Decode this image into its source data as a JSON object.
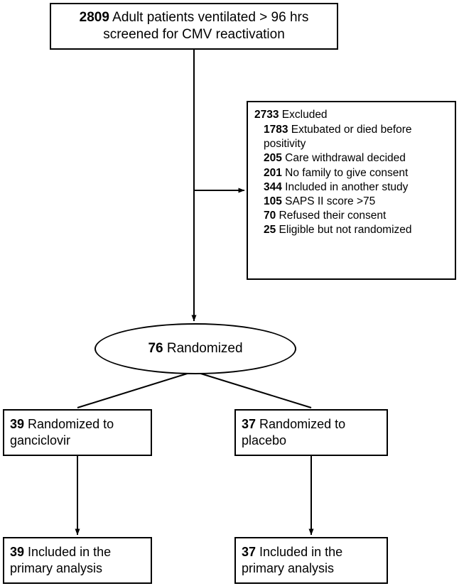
{
  "diagram": {
    "type": "consort-flow-diagram",
    "nodes": {
      "screened": {
        "count": "2809",
        "text": " Adult patients ventilated > 96 hrs screened for CMV reactivation"
      },
      "excluded": {
        "count": "2733",
        "label": " Excluded",
        "items": [
          {
            "count": "1783",
            "label": " Extubated or died before positivity"
          },
          {
            "count": "205",
            "label": " Care withdrawal decided"
          },
          {
            "count": "201",
            "label": " No family to give consent"
          },
          {
            "count": "344",
            "label": " Included in another study"
          },
          {
            "count": "105",
            "label": " SAPS II score >75"
          },
          {
            "count": "70",
            "label": " Refused their consent"
          },
          {
            "count": "25",
            "label": " Eligible but not randomized"
          }
        ]
      },
      "randomized": {
        "count": "76",
        "label": " Randomized"
      },
      "arm_left": {
        "count": "39",
        "label": " Randomized to ganciclovir"
      },
      "arm_right": {
        "count": "37",
        "label": " Randomized to placebo"
      },
      "analysis_left": {
        "count": "39",
        "label": " Included in the primary analysis"
      },
      "analysis_right": {
        "count": "37",
        "label": " Included in the primary analysis"
      }
    },
    "colors": {
      "stroke": "#000000",
      "background": "#ffffff",
      "text": "#000000"
    }
  }
}
